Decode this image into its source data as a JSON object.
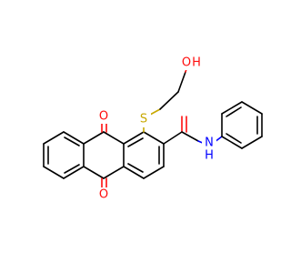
{
  "molecule": {
    "atoms": {
      "s1": {
        "text": "S",
        "color": "#c8a800"
      },
      "o_top": {
        "text": "O",
        "color": "#ff0d0d"
      },
      "o_bottom": {
        "text": "O",
        "color": "#ff0d0d"
      },
      "o_h": {
        "text": "O",
        "color": "#ff0d0d"
      },
      "h_oh": {
        "text": "H",
        "color": "#ff0d0d"
      },
      "n_h": {
        "text": "N",
        "color": "#0000ff"
      },
      "h_nh": {
        "text": "H",
        "color": "#0000ff"
      }
    }
  }
}
